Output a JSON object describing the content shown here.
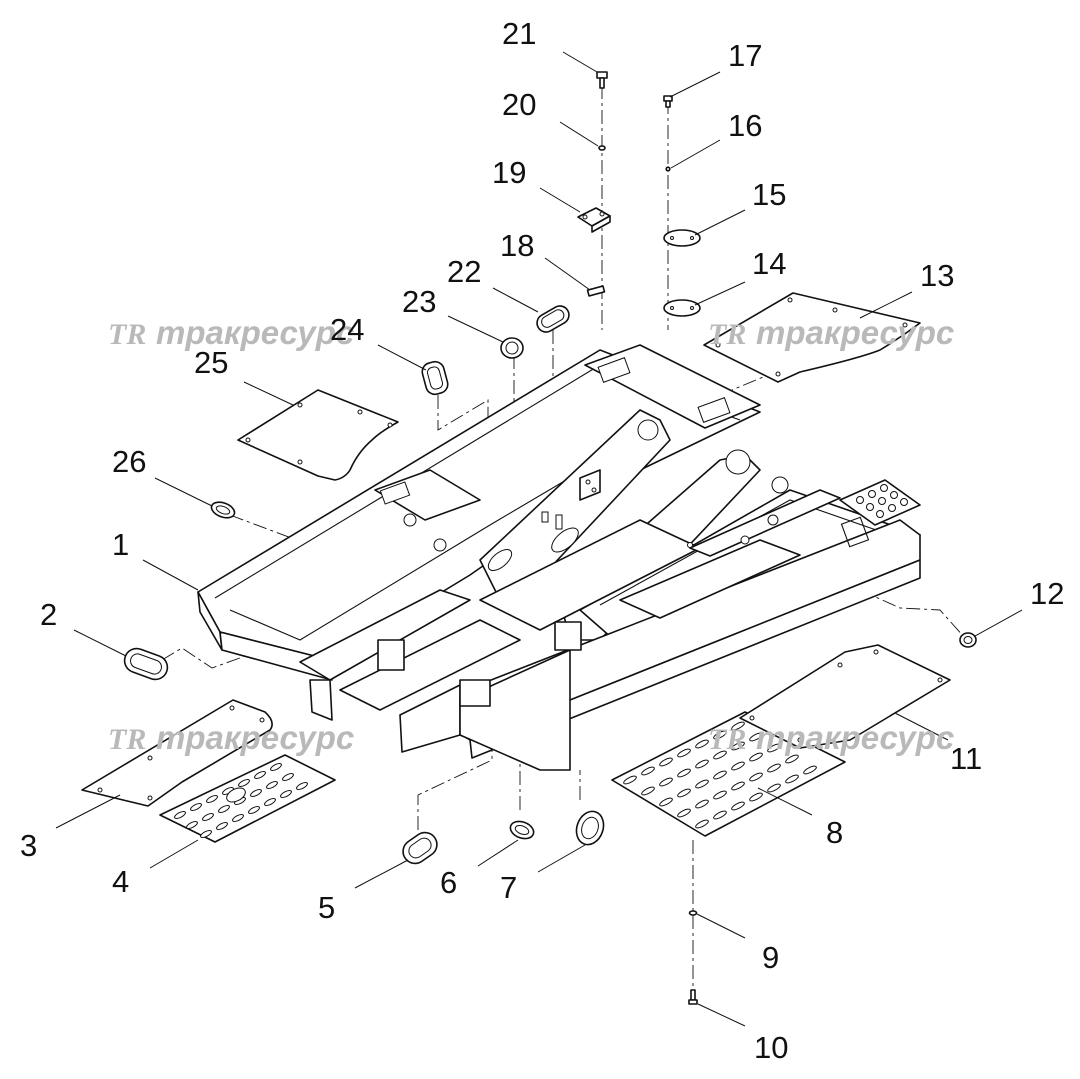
{
  "watermark": {
    "logo": "TR",
    "text": "тракресурс"
  },
  "callouts": [
    "1",
    "2",
    "3",
    "4",
    "5",
    "6",
    "7",
    "8",
    "9",
    "10",
    "11",
    "12",
    "13",
    "14",
    "15",
    "16",
    "17",
    "18",
    "19",
    "20",
    "21",
    "22",
    "23",
    "24",
    "25",
    "26"
  ],
  "colors": {
    "line": "#111111",
    "watermark": "#b9b9b9",
    "background": "#ffffff"
  }
}
